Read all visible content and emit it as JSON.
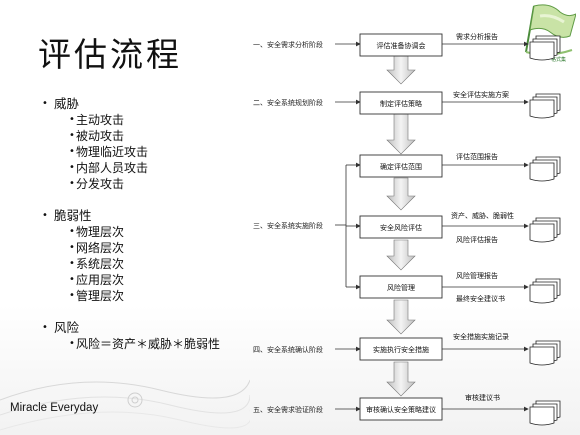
{
  "slide": {
    "title": "评估流程",
    "footer": "Miracle Everyday",
    "logo_text": "格式集"
  },
  "bullets": [
    {
      "label": "威胁",
      "items": [
        "主动攻击",
        "被动攻击",
        "物理临近攻击",
        "内部人员攻击",
        "分发攻击"
      ]
    },
    {
      "label": "脆弱性",
      "items": [
        "物理层次",
        "网络层次",
        "系统层次",
        "应用层次",
        "管理层次"
      ]
    },
    {
      "label": "风险",
      "items": [
        "风险＝资产＊威胁＊脆弱性"
      ]
    }
  ],
  "flow": {
    "stages": [
      "一、安全需求分析阶段",
      "二、安全系统规划阶段",
      "三、安全系统实施阶段",
      "四、安全系统确认阶段",
      "五、安全需求验证阶段"
    ],
    "steps": [
      "评估准备协调会",
      "制定评估策略",
      "确定评估范围",
      "安全风险评估",
      "风险管理",
      "实施执行安全措施",
      "审核确认安全策略建议"
    ],
    "outputs": [
      "需求分析报告",
      "安全评估实施方案",
      "评估范围报告",
      "资产、威胁、脆弱性",
      "风险评估报告",
      "风险管理报告",
      "最终安全建议书",
      "安全措施实施记录",
      "审核建议书"
    ]
  }
}
